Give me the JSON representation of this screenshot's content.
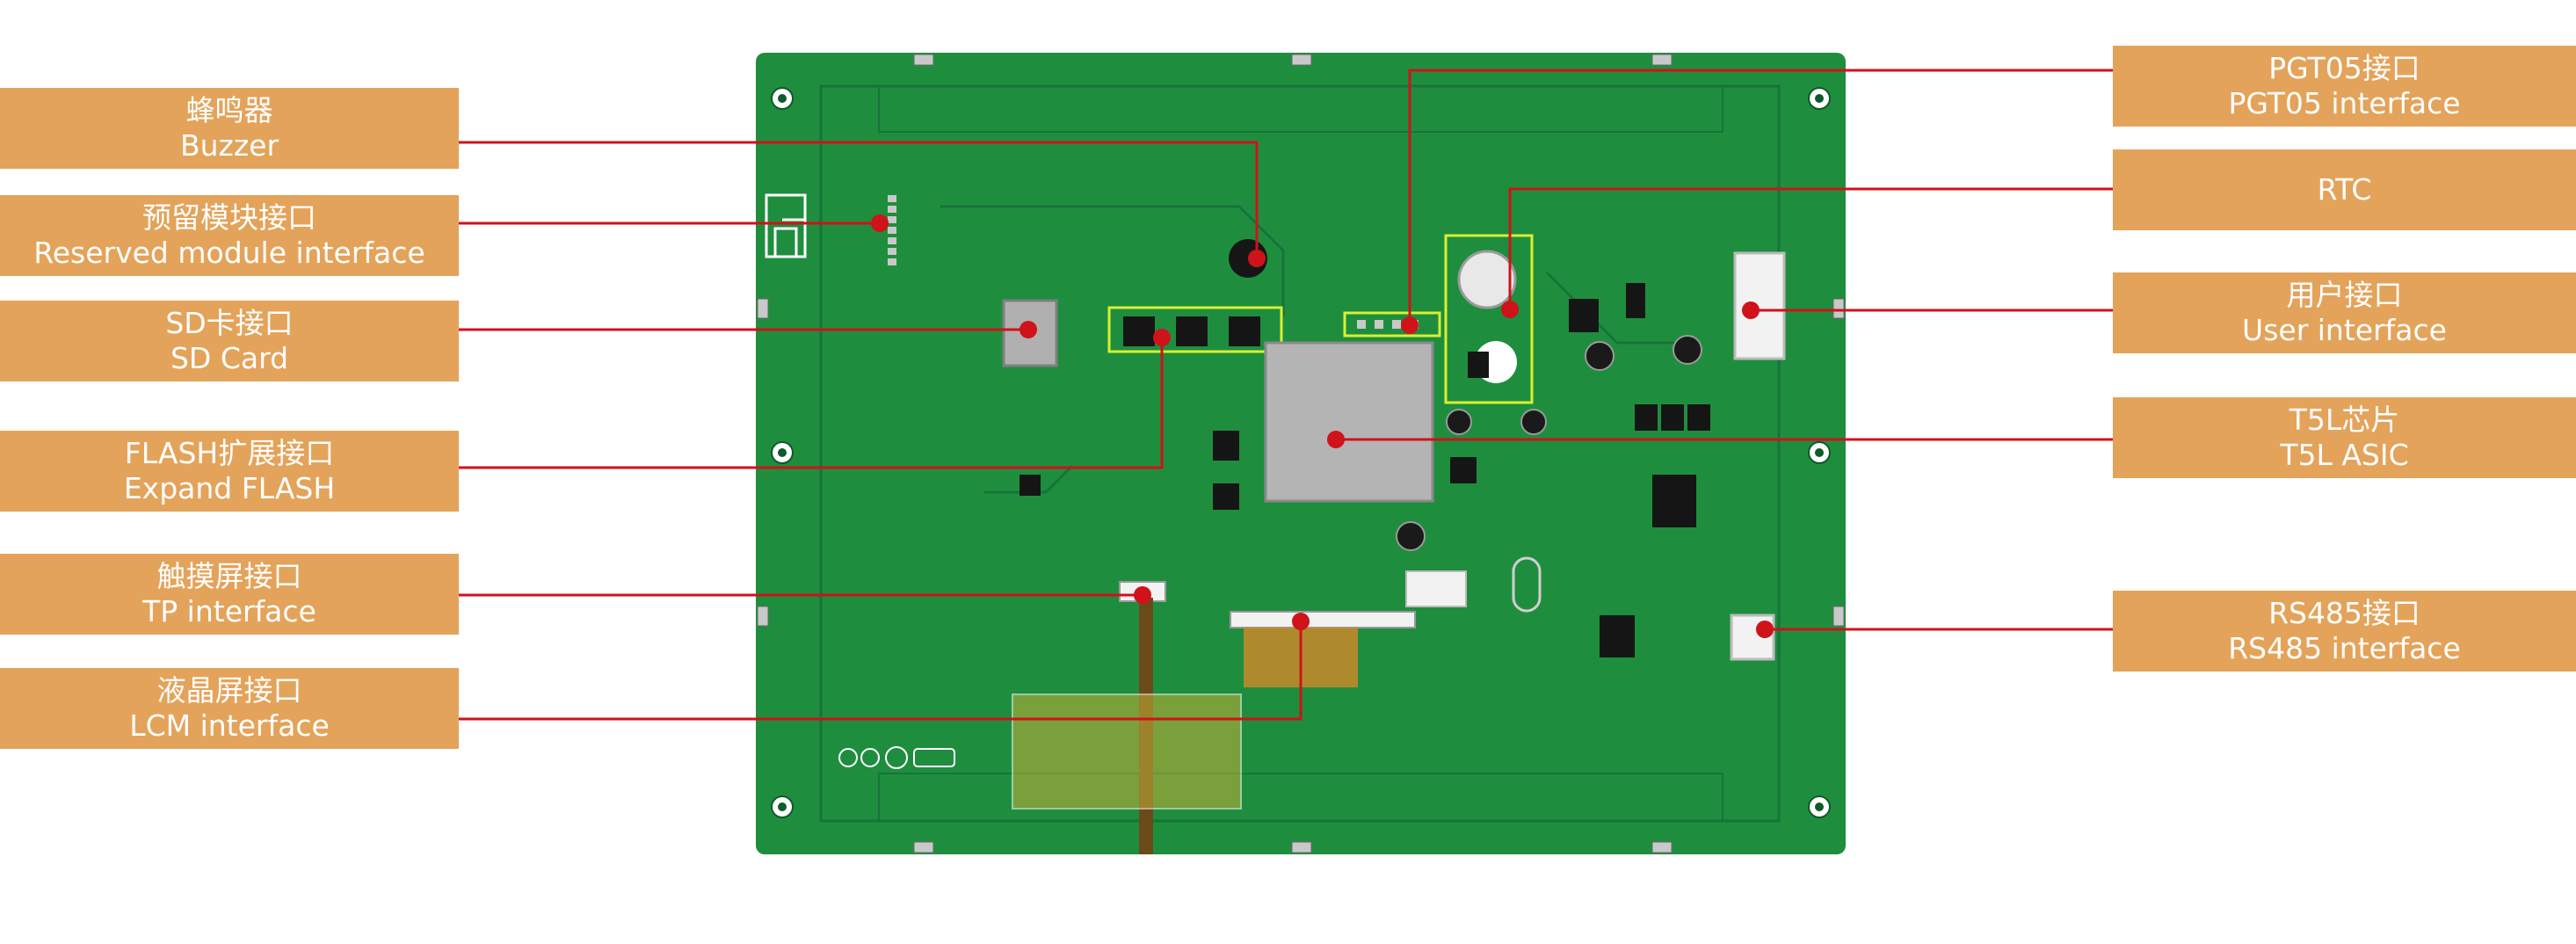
{
  "left_labels": [
    {
      "cn": "蜂鸣器",
      "en": "Buzzer"
    },
    {
      "cn": "预留模块接口",
      "en": "Reserved module interface"
    },
    {
      "cn": "SD卡接口",
      "en": "SD Card"
    },
    {
      "cn": "FLASH扩展接口",
      "en": "Expand FLASH"
    },
    {
      "cn": "触摸屏接口",
      "en": "TP interface"
    },
    {
      "cn": "液晶屏接口",
      "en": "LCM interface"
    }
  ],
  "right_labels": [
    {
      "cn": "PGT05接口",
      "en": "PGT05 interface"
    },
    {
      "cn": "",
      "en": "RTC"
    },
    {
      "cn": "用户接口",
      "en": "User interface"
    },
    {
      "cn": "T5L芯片",
      "en": "T5L ASIC"
    },
    {
      "cn": "RS485接口",
      "en": "RS485 interface"
    }
  ],
  "colors": {
    "label_bg": "#E4A35A",
    "label_text": "#FFFFFF",
    "leader_line": "#D0121B",
    "pcb": "#1E8E3E",
    "highlight_box": "#D8F030"
  }
}
